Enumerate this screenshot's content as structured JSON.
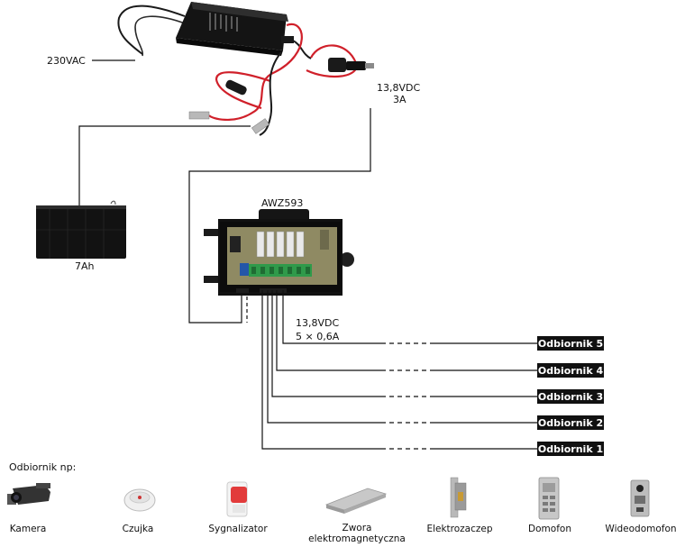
{
  "labels": {
    "mains": "230VAC",
    "psu_output_line1": "13,8VDC",
    "psu_output_line2": "3A",
    "battery": "7Ah",
    "module": "AWZ593",
    "outputs_line1": "13,8VDC",
    "outputs_line2": "5 × 0,6A",
    "examples_heading": "Odbiornik np:"
  },
  "receivers": [
    "Odbiornik 5",
    "Odbiornik 4",
    "Odbiornik 3",
    "Odbiornik 2",
    "Odbiornik 1"
  ],
  "examples": [
    {
      "line1": "Kamera",
      "line2": "",
      "icon": "camera-icon"
    },
    {
      "line1": "Czujka",
      "line2": "",
      "icon": "smoke-detector-icon"
    },
    {
      "line1": "Sygnalizator",
      "line2": "",
      "icon": "siren-icon"
    },
    {
      "line1": "Zwora",
      "line2": "elektromagnetyczna",
      "icon": "magnetic-lock-icon"
    },
    {
      "line1": "Elektrozaczep",
      "line2": "",
      "icon": "electric-strike-icon"
    },
    {
      "line1": "Domofon",
      "line2": "",
      "icon": "intercom-icon"
    },
    {
      "line1": "Wideodomofon",
      "line2": "",
      "icon": "video-intercom-icon"
    }
  ],
  "colors": {
    "wire_red": "#d0202a",
    "wire_black": "#1a1a1a",
    "module_green": "#2f9a4a"
  }
}
